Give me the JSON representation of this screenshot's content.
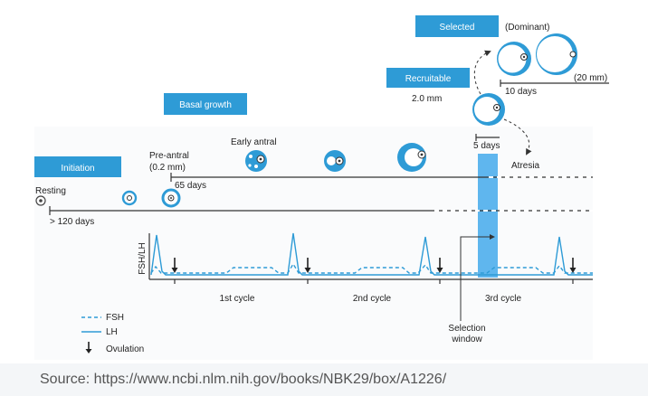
{
  "stages": {
    "initiation": "Initiation",
    "basal_growth": "Basal growth",
    "recruitable": "Recruitable",
    "selected": "Selected"
  },
  "labels": {
    "resting": "Resting",
    "pre_antral": "Pre-antral",
    "pre_antral_size": "(0.2 mm)",
    "early_antral": "Early antral",
    "recruitable_size": "2.0 mm",
    "dominant": "(Dominant)",
    "dominant_size": "(20 mm)",
    "atresia": "Atresia",
    "selection_window": [
      "Selection",
      "window"
    ]
  },
  "durations": {
    "d120": "> 120 days",
    "d65": "65 days",
    "d5": "5 days",
    "d10": "10 days"
  },
  "hormone_axis": {
    "ylabel": "FSH/LH"
  },
  "cycles": [
    "1st cycle",
    "2nd cycle",
    "3rd cycle"
  ],
  "legend": {
    "fsh": "FSH",
    "lh": "LH",
    "ovulation": "Ovulation"
  },
  "source": "Source: https://www.ncbi.nlm.nih.gov/books/NBK29/box/A1226/",
  "colors": {
    "accent": "#2e9bd6",
    "window": "#5fb6ee",
    "text": "#222222",
    "source": "#555555"
  }
}
